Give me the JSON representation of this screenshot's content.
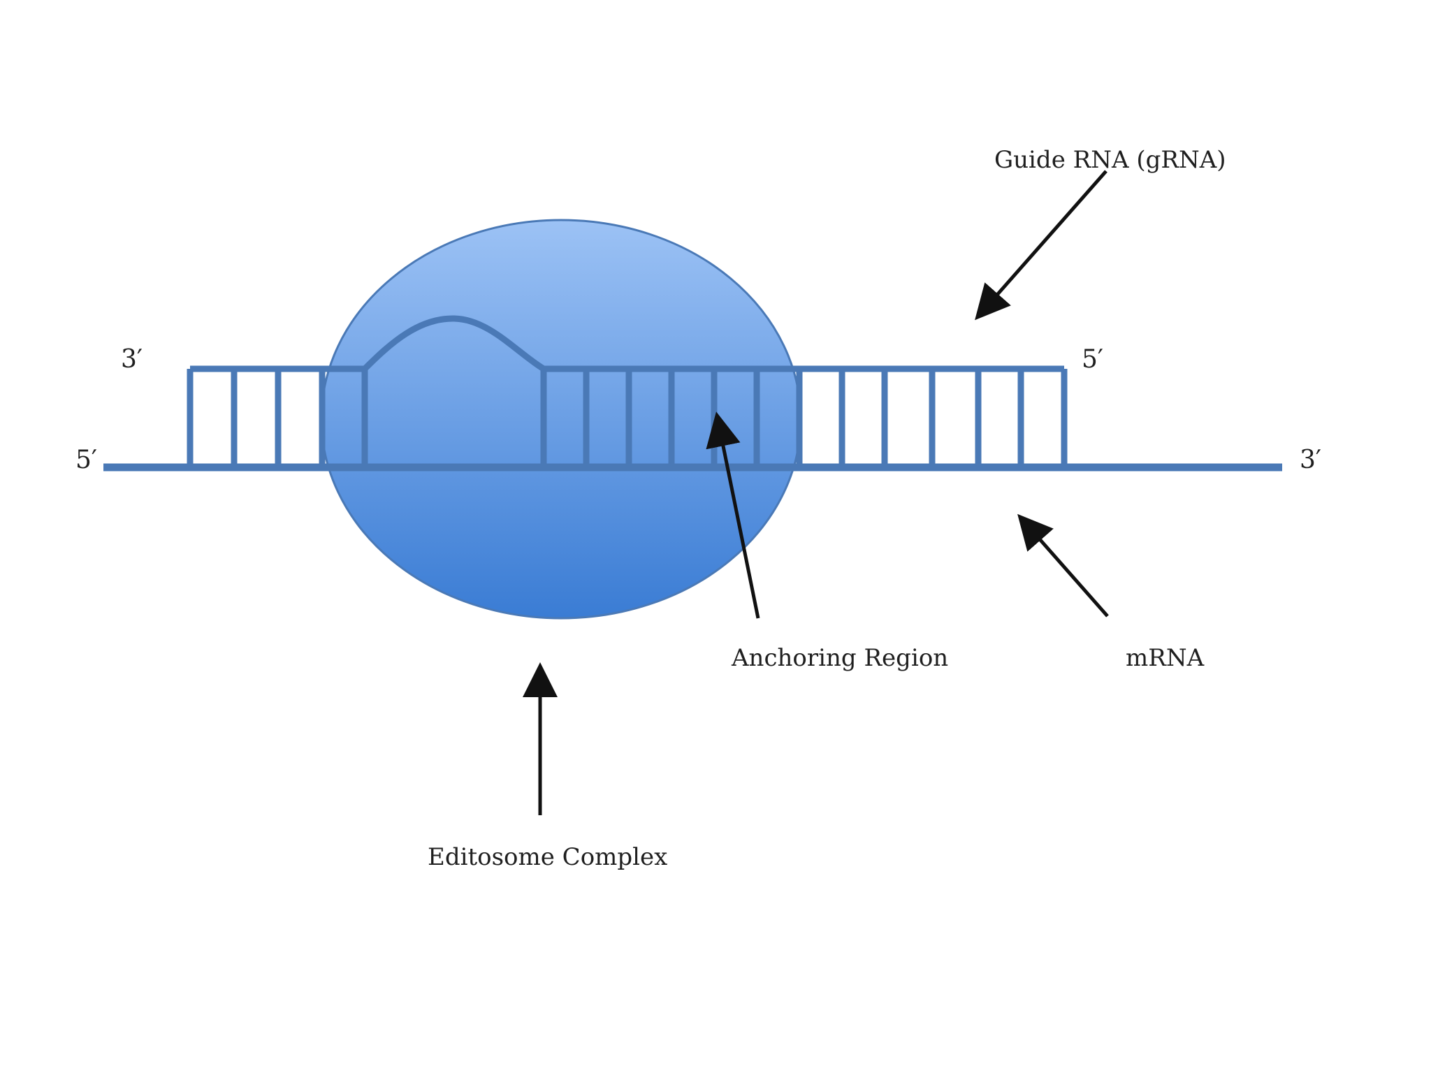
{
  "labels": {
    "guide_rna": "Guide  RNA (gRNA)",
    "anchoring_region": "Anchoring Region",
    "mrna": "mRNA",
    "editosome_complex": "Editosome Complex"
  },
  "strand_ends": {
    "grna_left": "3′",
    "grna_right": "5′",
    "mrna_left": "5′",
    "mrna_right": "3′"
  },
  "colors": {
    "strand": "#4a79b6",
    "editosome_light": "#9cc2f5",
    "editosome_dark": "#3a7cd4",
    "arrow": "#111111",
    "text": "#1f1f1f"
  }
}
